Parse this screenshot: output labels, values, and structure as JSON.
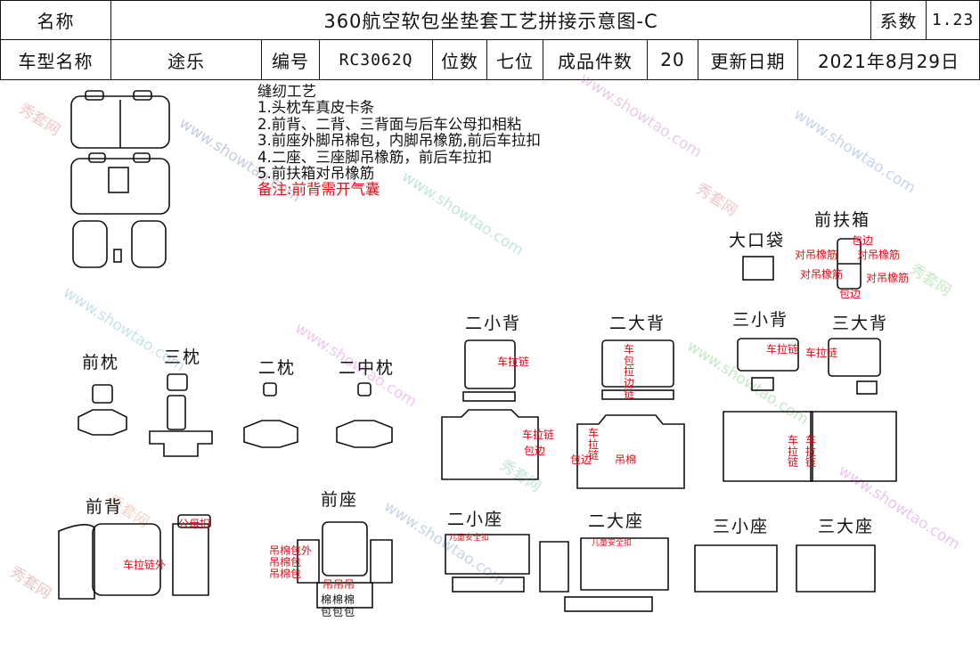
{
  "header": {
    "name_label": "名称",
    "title": "360航空软包坐垫套工艺拼接示意图-C",
    "coef_label": "系数",
    "coef_value": "1.23",
    "model_label": "车型名称",
    "model_value": "途乐",
    "code_label": "编号",
    "code_value": "RC3062Q",
    "seats_label": "位数",
    "seats_value": "七位",
    "pieces_label": "成品件数",
    "pieces_value": "20",
    "date_label": "更新日期",
    "date_value": "2021年8月29日"
  },
  "notes": {
    "title": "缝纫工艺",
    "items": [
      "1.头枕车真皮卡条",
      "2.前背、二背、三背面与后车公母扣相粘",
      "3.前座外脚吊棉包，内脚吊橡筋,前后车拉扣",
      "4.二座、三座脚吊橡筋，前后车拉扣",
      "5.前扶箱对吊橡筋"
    ],
    "remark": "备注:前背需开气囊"
  },
  "parts": {
    "big_pocket": "大口袋",
    "front_armrest": "前扶箱",
    "front_pillow": "前枕",
    "third_pillow": "三枕",
    "second_pillow": "二枕",
    "second_mid_pillow": "二中枕",
    "second_small_back": "二小背",
    "second_big_back": "二大背",
    "third_small_back": "三小背",
    "third_big_back": "三大背",
    "front_back": "前背",
    "front_seat": "前座",
    "second_small_seat": "二小座",
    "second_big_seat": "二大座",
    "third_small_seat": "三小座",
    "third_big_seat": "三大座"
  },
  "annotations": {
    "armrest_edge_1": "包边",
    "armrest_pair_1": "对吊橡筋",
    "armrest_pair_2": "对吊橡筋",
    "armrest_pair_3": "对吊橡筋",
    "armrest_pair_4": "对吊橡筋",
    "armrest_edge_2": "包边",
    "zip_2s": "车拉链",
    "zip_2s_b": "车拉链",
    "edge_2s": "包边",
    "zip_2b": "车包拉边链",
    "zip_2b_b": "车拉链",
    "edge_2b": "包边",
    "cotton_2b": "吊棉",
    "zip_3s": "车拉链",
    "zip_3b": "车拉链",
    "zip_3_side": "车拉链",
    "zip_3_side_b": "车拉链",
    "front_back_hook": "公母扣",
    "front_back_zip": "车拉链外",
    "front_seat_cotton_1": "吊棉包外",
    "front_seat_cotton_2": "吊棉包",
    "front_seat_cotton_3": "吊棉包",
    "front_seat_mid": "吊吊吊",
    "front_seat_mid2": "棉棉棉",
    "front_seat_mid3": "包包包",
    "child_safety_1": "儿童安全扣",
    "child_safety_2": "儿童安全扣"
  },
  "watermark": [
    "秀套网",
    "www.showtao.com"
  ]
}
